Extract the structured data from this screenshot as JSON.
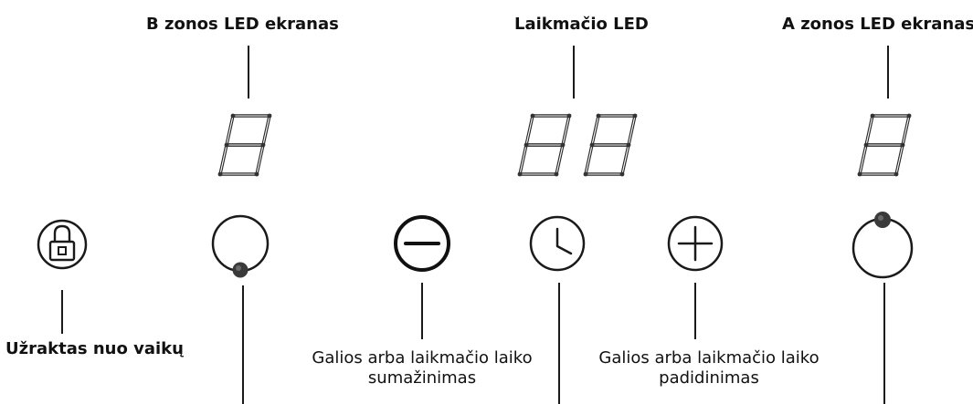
{
  "labels": {
    "zone_b_display": "B zonos LED ekranas",
    "timer_led": "Laikmačio LED",
    "zone_a_display": "A zonos LED ekranas",
    "child_lock": "Užraktas nuo vaikų",
    "decrease": "Galios arba laikmačio laiko\nsumažinimas",
    "increase": "Galios arba laikmačio laiko\npadidinimas"
  },
  "icons": {
    "child_lock": "lock-icon",
    "zone_b": "zone-b-power-icon",
    "decrease": "minus-icon",
    "timer": "clock-icon",
    "increase": "plus-icon",
    "zone_a": "zone-a-power-icon"
  },
  "colors": {
    "line": "#1a1a1a",
    "segment": "#2a2a2a",
    "dot": "#333333"
  }
}
